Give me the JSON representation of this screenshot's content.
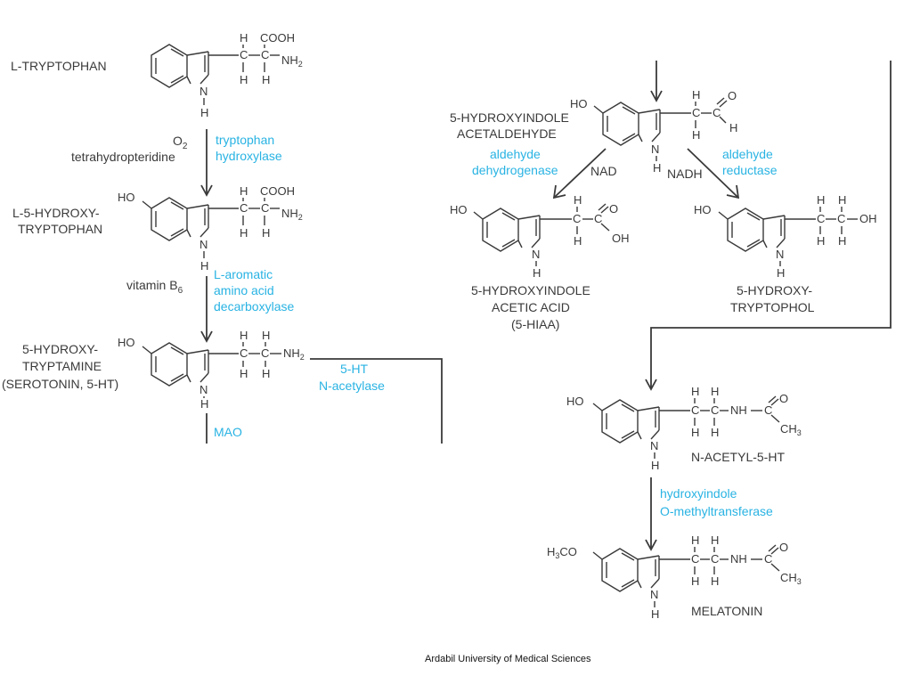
{
  "compounds": {
    "trp": "L-TRYPTOPHAN",
    "htp": [
      "L-5-HYDROXY-",
      "TRYPTOPHAN"
    ],
    "serotonin": [
      "5-HYDROXY-",
      "TRYPTAMINE",
      "(SEROTONIN, 5-HT)"
    ],
    "acetaldehyde": [
      "5-HYDROXYINDOLE",
      "ACETALDEHYDE"
    ],
    "hiaa": [
      "5-HYDROXYINDOLE",
      "ACETIC ACID",
      "(5-HIAA)"
    ],
    "tryptophol": [
      "5-HYDROXY-",
      "TRYPTOPHOL"
    ],
    "nacetyl": "N-ACETYL-5-HT",
    "melatonin": "MELATONIN"
  },
  "enzymes": {
    "trp_hydroxylase": [
      "tryptophan",
      "hydroxylase"
    ],
    "decarboxylase": [
      "L-aromatic",
      "amino acid",
      "decarboxylase"
    ],
    "n_acetylase": [
      "5-HT",
      "N-acetylase"
    ],
    "mao": "MAO",
    "ald_dehydrogenase": [
      "aldehyde",
      "dehydrogenase"
    ],
    "ald_reductase": [
      "aldehyde",
      "reductase"
    ],
    "omt": [
      "hydroxyindole",
      "O-methyltransferase"
    ]
  },
  "cofactors": {
    "o2": "O",
    "o2_sub": "2",
    "thb": "tetrahydropteridine",
    "b6": "vitamin B",
    "b6_sub": "6",
    "nad": "NAD",
    "nadh": "NADH"
  },
  "atoms": {
    "H": "H",
    "N": "N",
    "C": "C",
    "O": "O",
    "HO": "HO",
    "OH": "OH",
    "COOH": "COOH",
    "NH": "NH",
    "NH2": "NH",
    "sub2": "2",
    "sub3": "3",
    "H3CO_H": "H",
    "H3CO_rest": "CO"
  },
  "footer": "Ardabil University of Medical Sciences"
}
